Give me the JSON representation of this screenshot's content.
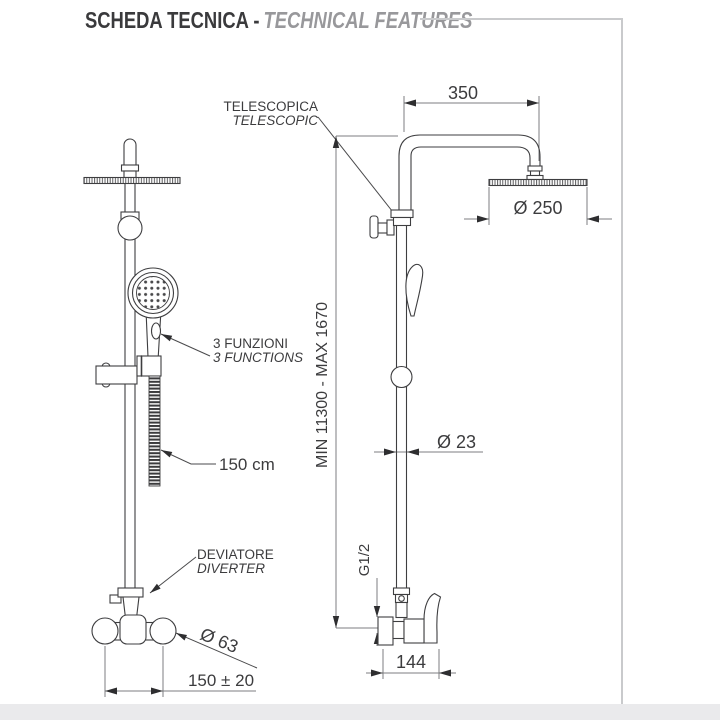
{
  "header": {
    "title_main": "SCHEDA TECNICA -",
    "title_accent": "TECHNICAL FEATURES"
  },
  "front_view": {
    "functions_label_it": "3 FUNZIONI",
    "functions_label_en": "3 FUNCTIONS",
    "hose_length_label": "150 cm",
    "diverter_label_it": "DEVIATORE",
    "diverter_label_en": "DIVERTER",
    "escutcheon_diameter": "Ø 63",
    "wall_centers_distance": "150 ± 20"
  },
  "side_view": {
    "telescopic_label_it": "TELESCOPICA",
    "telescopic_label_en": "TELESCOPIC",
    "arm_projection": "350",
    "head_diameter": "Ø 250",
    "height_range": "MIN 11300 - MAX 1670",
    "column_diameter": "Ø 23",
    "thread_size": "G1/2",
    "body_depth": "144"
  },
  "colors": {
    "line": "#3e3e40",
    "dimension_line": "#7c7e80",
    "title": "#3a3a3c",
    "title_accent": "#98989b",
    "frame": "#c9cacc",
    "footer_bar": "#eaeaec"
  }
}
